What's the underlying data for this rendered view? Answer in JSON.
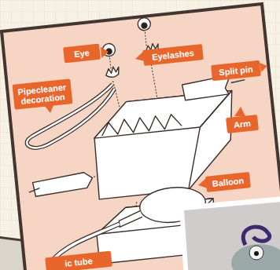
{
  "diagram": {
    "nodes": [
      {
        "text": [
          "Eye"
        ]
      },
      {
        "text": [
          "Eyelashes"
        ]
      },
      {
        "text": [
          "Pipecleaner decoration"
        ]
      },
      {
        "text": [
          "Split pin"
        ]
      },
      {
        "text": [
          "Arm"
        ]
      },
      {
        "text": [
          "Balloon"
        ]
      },
      {
        "text": [
          "ic tube"
        ]
      }
    ]
  }
}
